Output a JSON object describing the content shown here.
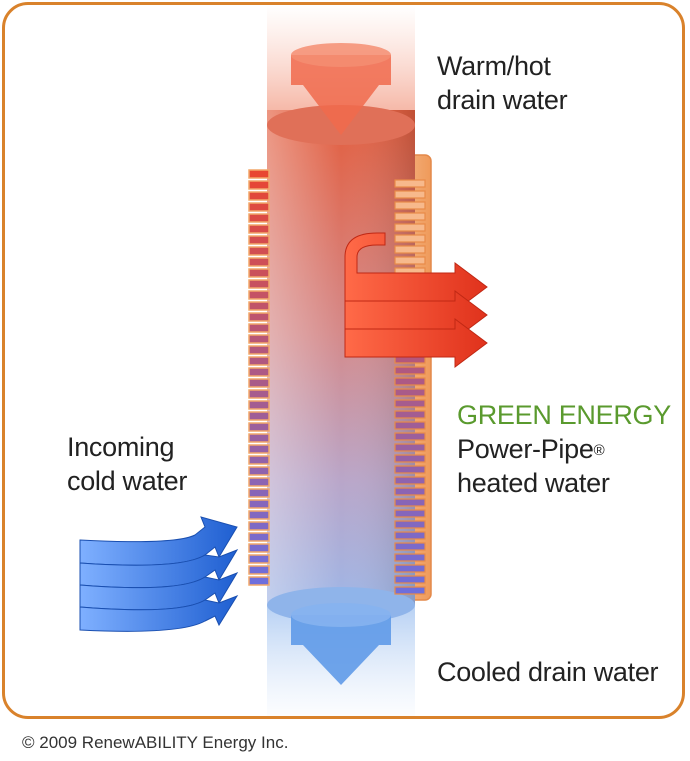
{
  "labels": {
    "warm_line1": "Warm/hot",
    "warm_line2": "drain water",
    "incoming_line1": "Incoming",
    "incoming_line2": "cold water",
    "green_energy": "GREEN ENERGY",
    "powerpipe": "Power-Pipe",
    "registered": "®",
    "heated": "heated water",
    "cooled": "Cooled drain water"
  },
  "copyright": "© 2009 RenewABILITY Energy Inc.",
  "colors": {
    "frame_border": "#d9822b",
    "green_accent": "#5a9a2e",
    "hot_red": "#e8412a",
    "cold_blue": "#2f6fd6",
    "coil_orange": "#f2a76a"
  },
  "icons": {
    "hot_arrow": "down-arrow-red",
    "cold_arrow": "down-arrow-blue",
    "hot_outlet": "right-arrow-red",
    "cold_inlet": "right-arrow-blue"
  }
}
